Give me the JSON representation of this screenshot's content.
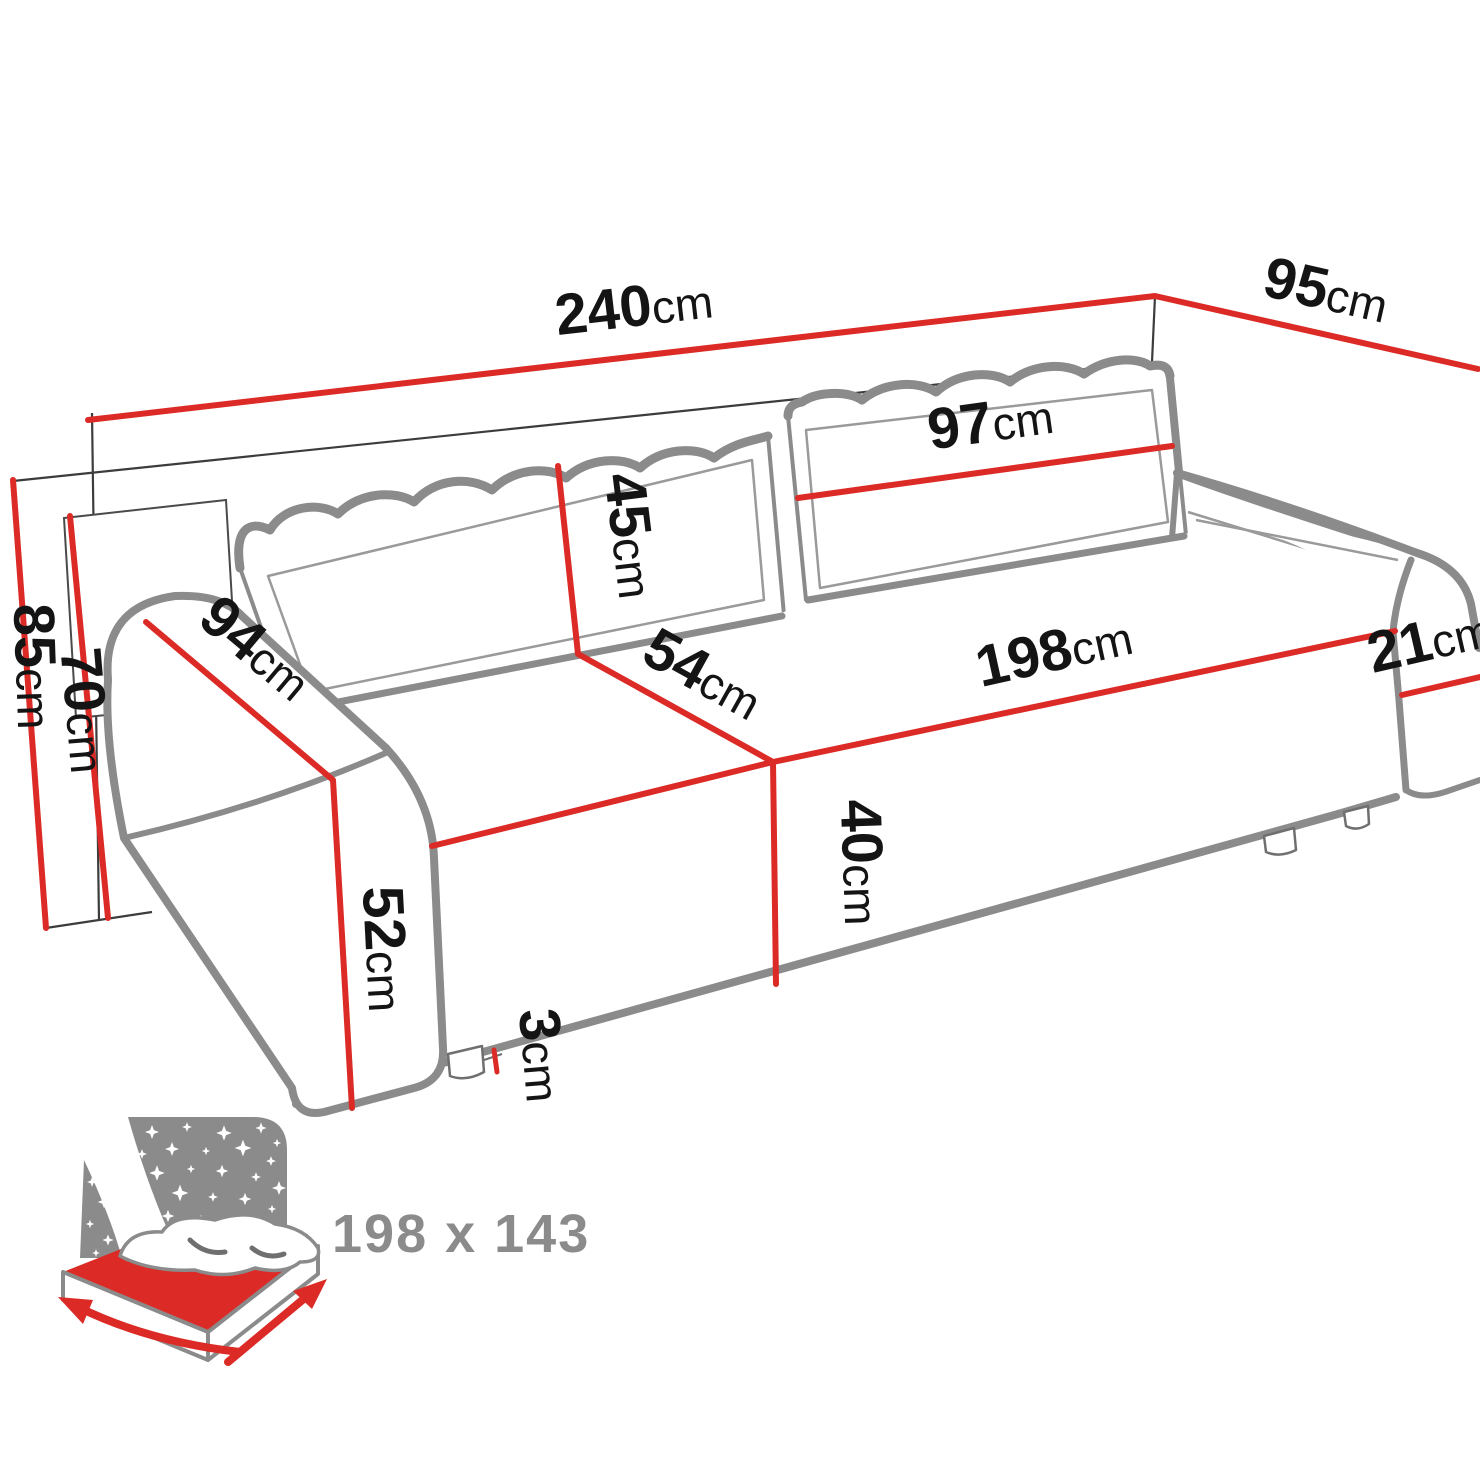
{
  "labels": {
    "width_total": {
      "value": "240",
      "unit": "cm"
    },
    "depth_total": {
      "value": "95",
      "unit": "cm"
    },
    "back_cushion_width": {
      "value": "97",
      "unit": "cm"
    },
    "back_cushion_height": {
      "value": "45",
      "unit": "cm"
    },
    "seat_depth": {
      "value": "54",
      "unit": "cm"
    },
    "seat_width": {
      "value": "198",
      "unit": "cm"
    },
    "armrest_width": {
      "value": "21",
      "unit": "cm"
    },
    "armrest_length": {
      "value": "94",
      "unit": "cm"
    },
    "height_total": {
      "value": "85",
      "unit": "cm"
    },
    "height_seat_back": {
      "value": "70",
      "unit": "cm"
    },
    "armrest_height": {
      "value": "52",
      "unit": "cm"
    },
    "seat_height": {
      "value": "40",
      "unit": "cm"
    },
    "leg_height": {
      "value": "3",
      "unit": "cm"
    }
  },
  "sleeping_area": {
    "size": "198 x 143"
  },
  "colors": {
    "dimension_line": "#dc2b26",
    "outline_gray": "#8b8b8b",
    "label_text": "#141414",
    "sleeping_label_text": "#8b8b8b"
  },
  "icons": {
    "sleeping_function": "fold-out-bed-with-night-stars"
  }
}
